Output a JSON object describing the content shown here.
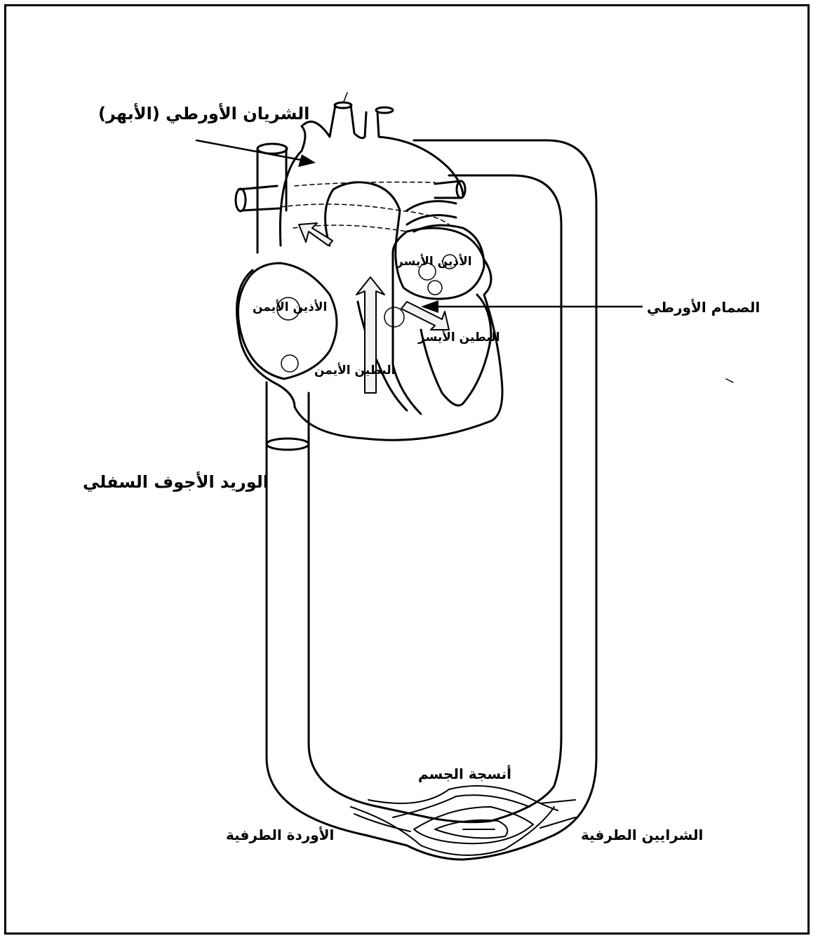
{
  "labels": {
    "aorta": "الشريان الأورطي (الأبهر)",
    "aortic_valve": "الصمام الأورطي",
    "left_atrium": "الأذين الأيسر",
    "right_atrium": "الأذين الأيمن",
    "left_ventricle": "البطين الأيسر",
    "right_ventricle": "البطين الأيمن",
    "inferior_vena_cava": "الوريد الأجوف السفلي",
    "body_tissues": "أنسجة الجسم",
    "peripheral_veins": "الأوردة الطرفية",
    "peripheral_arteries": "الشرايين الطرفية"
  },
  "colors": {
    "stroke": "#000000",
    "background": "#ffffff",
    "arrow_fill": "#f2f2f2"
  }
}
